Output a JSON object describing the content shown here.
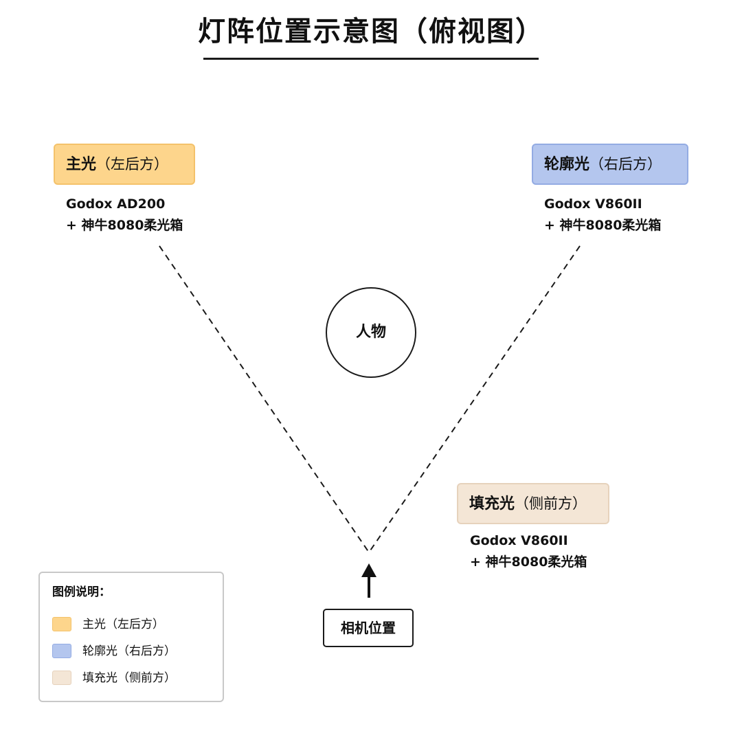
{
  "title": "灯阵位置示意图（俯视图）",
  "lights": {
    "key": {
      "name": "主光",
      "position": "（左后方）",
      "gear_line1": "Godox AD200",
      "gear_line2": "+ 神牛8080柔光箱",
      "fill_color": "#fdd58c",
      "border_color": "#f4c26a"
    },
    "rim": {
      "name": "轮廓光",
      "position": "（右后方）",
      "gear_line1": "Godox V860II",
      "gear_line2": "+ 神牛8080柔光箱",
      "fill_color": "#b4c6ee",
      "border_color": "#93abe3"
    },
    "fill": {
      "name": "填充光",
      "position": "（侧前方）",
      "gear_line1": "Godox V860II",
      "gear_line2": "+ 神牛8080柔光箱",
      "fill_color": "#f4e6d6",
      "border_color": "#e6d2bc"
    }
  },
  "subject_label": "人物",
  "camera_label": "相机位置",
  "legend": {
    "title": "图例说明：",
    "items": [
      {
        "label": "主光（左后方）",
        "color": "#fdd58c",
        "border": "#f4c26a"
      },
      {
        "label": "轮廓光（右后方）",
        "color": "#b4c6ee",
        "border": "#93abe3"
      },
      {
        "label": "填充光（侧前方）",
        "color": "#f4e6d6",
        "border": "#e6d2bc"
      }
    ]
  }
}
